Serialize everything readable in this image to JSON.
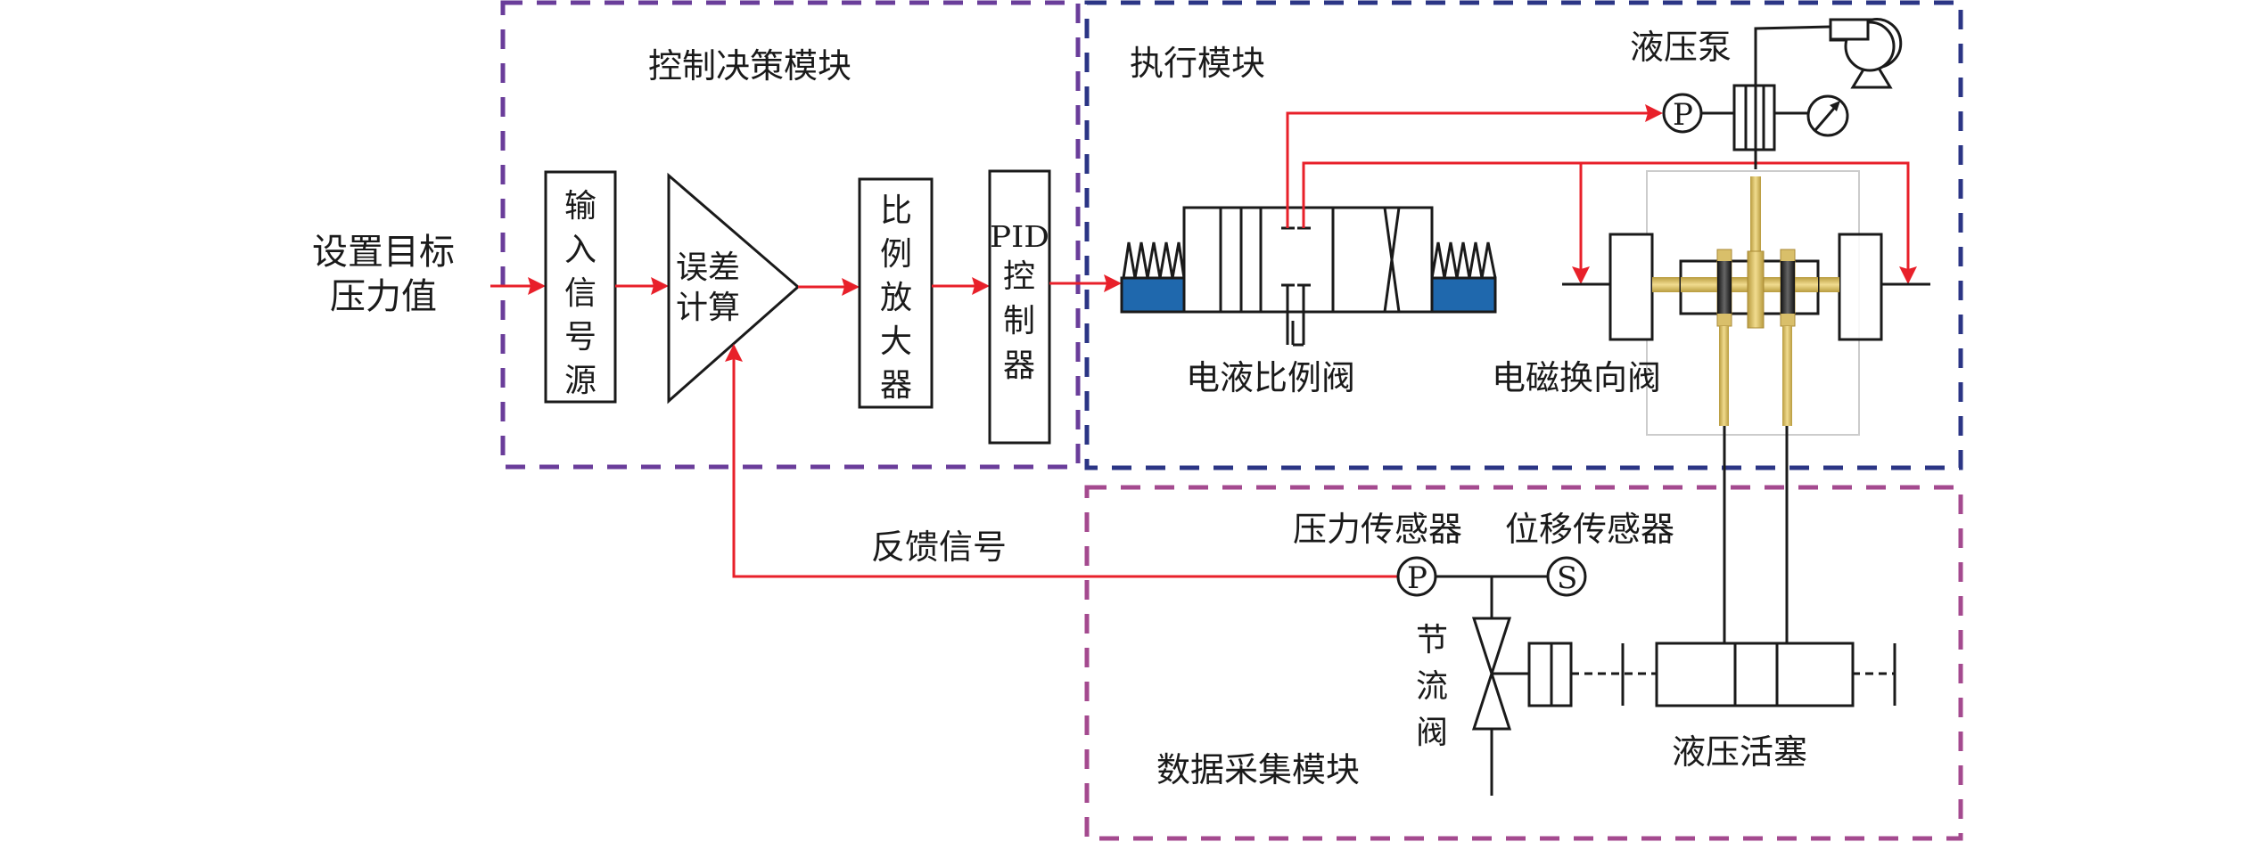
{
  "colors": {
    "signal": "#e8202a",
    "control_module_border": "#6a3d9a",
    "execution_module_border": "#2b3585",
    "acquisition_module_border": "#a44a8f",
    "solenoid_blue": "#1f68ad",
    "brass": "#d9bf6a"
  },
  "input": {
    "label_line1": "设置目标",
    "label_line2": "压力值"
  },
  "modules": {
    "control": {
      "title": "控制决策模块"
    },
    "execution": {
      "title": "执行模块"
    },
    "acquisition": {
      "title": "数据采集模块"
    }
  },
  "control_blocks": [
    {
      "id": "signal-source",
      "label": [
        "输",
        "入",
        "信",
        "号",
        "源"
      ]
    },
    {
      "id": "error-calc",
      "label": [
        "误差",
        "计算"
      ]
    },
    {
      "id": "prop-amplifier",
      "label": [
        "比",
        "例",
        "放",
        "大",
        "器"
      ]
    },
    {
      "id": "pid-controller",
      "label": [
        "PID",
        "控",
        "制",
        "器"
      ]
    }
  ],
  "execution_components": {
    "prop_valve": "电液比例阀",
    "solenoid_valve": "电磁换向阀",
    "pump": "液压泵",
    "pressure_symbol": "P"
  },
  "acquisition_components": {
    "pressure_sensor": "压力传感器",
    "displacement_sensor": "位移传感器",
    "pressure_symbol": "P",
    "displacement_symbol": "S",
    "throttle_valve": [
      "节",
      "流",
      "阀"
    ],
    "piston": "液压活塞"
  },
  "feedback": {
    "label": "反馈信号"
  }
}
